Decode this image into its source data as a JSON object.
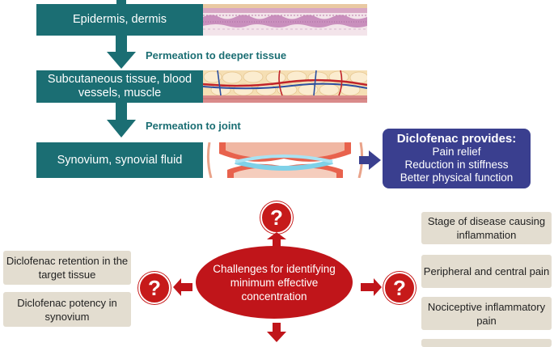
{
  "flow": {
    "layer1": "Epidermis, dermis",
    "layer2": "Subcutaneous tissue, blood vessels, muscle",
    "layer3": "Synovium, synovial fluid",
    "permeation1": "Permeation to deeper tissue",
    "permeation2": "Permeation to joint"
  },
  "provides": {
    "title": "Diclofenac provides:",
    "items": [
      "Pain relief",
      "Reduction in stiffness",
      "Better physical function"
    ]
  },
  "challenges": {
    "center": "Challenges for identifying minimum effective concentration",
    "question_mark": "?",
    "left_items": [
      "Diclofenac retention in the target tissue",
      "Diclofenac potency in synovium"
    ],
    "right_items": [
      "Stage of disease causing inflammation",
      "Peripheral and central pain",
      "Nociceptive inflammatory pain"
    ]
  },
  "colors": {
    "teal": "#1b6e73",
    "navy": "#3a3f8f",
    "red": "#c0151a",
    "tan": "#e3ddd0"
  }
}
